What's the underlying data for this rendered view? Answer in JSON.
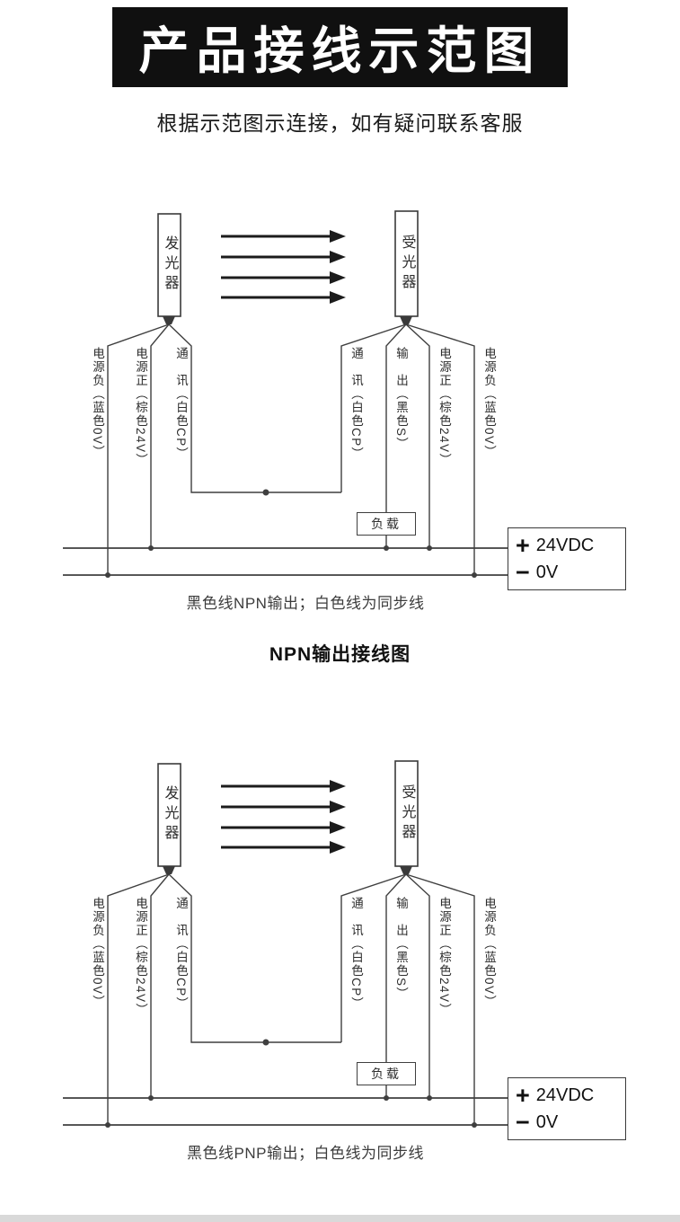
{
  "header": {
    "title": "产品接线示范图",
    "subtitle": "根据示范图示连接，如有疑问联系客服"
  },
  "devices": {
    "emitter": "发光器",
    "receiver": "受光器"
  },
  "wire_labels": {
    "left": [
      "电源负（蓝色0V）",
      "电源正（棕色24V）",
      "通　讯（白色CP）"
    ],
    "right": [
      "通　讯（白色CP）",
      "输　出（黑色S）",
      "电源正（棕色24V）",
      "电源负（蓝色0V）"
    ]
  },
  "load_label": "负载",
  "power_supply": {
    "plus_sign": "+",
    "plus_value": "24VDC",
    "minus_sign": "−",
    "minus_value": "0V"
  },
  "diagrams": [
    {
      "caption": "黑色线NPN输出；白色线为同步线"
    },
    {
      "caption": "黑色线PNP输出；白色线为同步线"
    }
  ],
  "section_title": "NPN输出接线图",
  "colors": {
    "banner_bg": "#101010",
    "banner_text": "#ffffff",
    "line": "#3f3f3f",
    "caption_text": "#3c3c3c"
  }
}
